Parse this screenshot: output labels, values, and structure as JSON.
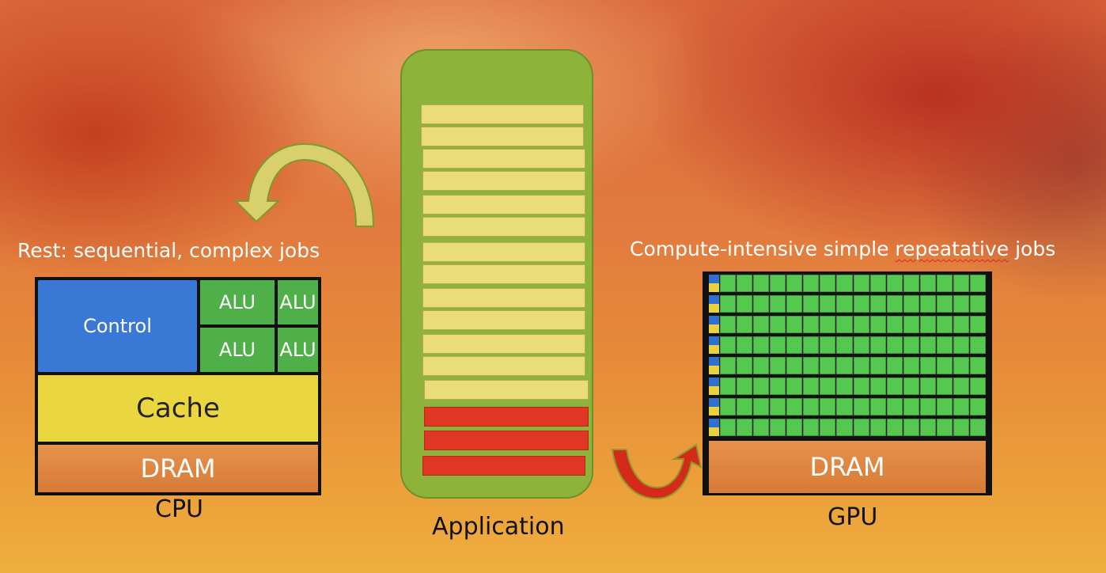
{
  "cpu": {
    "heading": "Rest: sequential, complex jobs",
    "control_label": "Control",
    "alu_labels": [
      "ALU",
      "ALU",
      "ALU",
      "ALU"
    ],
    "cache_label": "Cache",
    "dram_label": "DRAM",
    "caption": "CPU"
  },
  "application": {
    "caption": "Application",
    "light_tasks": 13,
    "red_tasks": 3
  },
  "gpu": {
    "heading_before": "Compute-intensive simple ",
    "heading_squiggle": "repeatative",
    "heading_after": " jobs",
    "dram_label": "DRAM",
    "caption": "GPU",
    "rows": 8,
    "cells_per_row": 16
  },
  "colors": {
    "control": "#3a78d6",
    "alu": "#4fb04a",
    "cache": "#ead63e",
    "dram": "#d77b36",
    "app_bg": "#8db33b",
    "task_light": "#ebdc7a",
    "task_red": "#e23624",
    "arrow_yellow": "#d6cc6a",
    "arrow_red": "#d22a1c"
  },
  "icons": {
    "left_arrow": "curved-arrow-icon",
    "right_arrow": "curved-arrow-icon"
  }
}
